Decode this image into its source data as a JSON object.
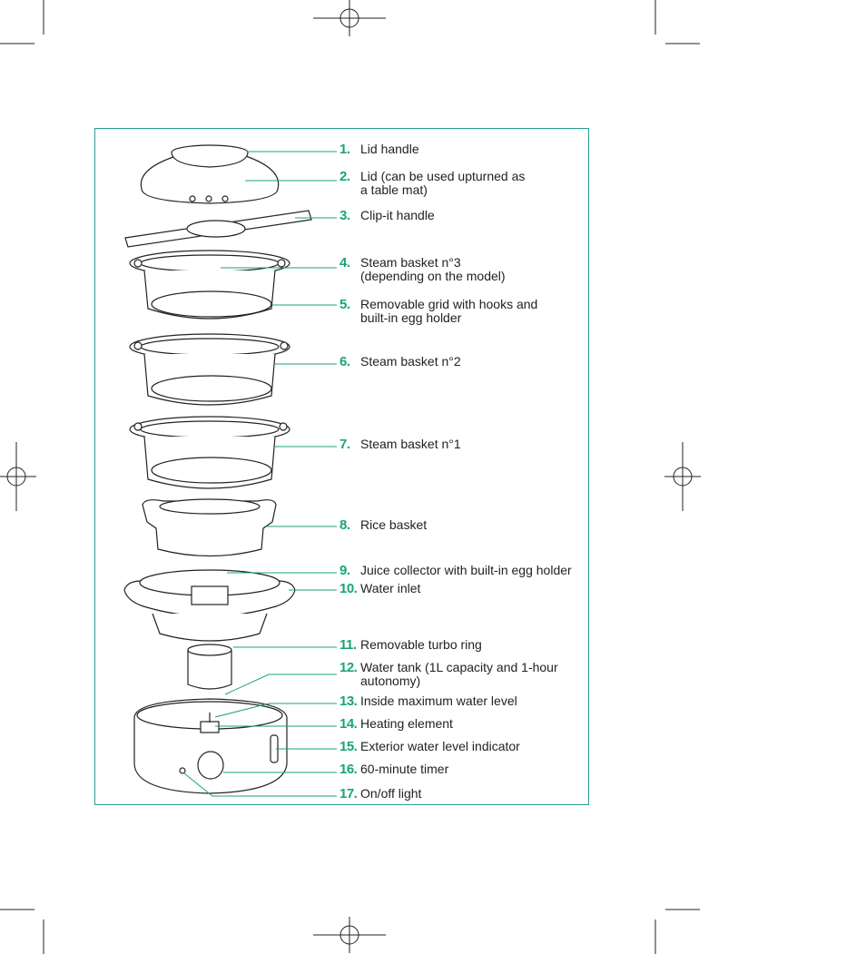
{
  "parts": [
    {
      "number": "1.",
      "label": "Lid handle"
    },
    {
      "number": "2.",
      "label": "Lid (can be used upturned as\na table mat)"
    },
    {
      "number": "3.",
      "label": "Clip-it handle"
    },
    {
      "number": "4.",
      "label": "Steam basket n°3\n(depending on the model)"
    },
    {
      "number": "5.",
      "label": "Removable grid with hooks and\nbuilt-in egg holder"
    },
    {
      "number": "6.",
      "label": "Steam basket n°2"
    },
    {
      "number": "7.",
      "label": "Steam basket n°1"
    },
    {
      "number": "8.",
      "label": "Rice basket"
    },
    {
      "number": "9.",
      "label": "Juice collector with built-in egg holder"
    },
    {
      "number": "10.",
      "label": "Water inlet"
    },
    {
      "number": "11.",
      "label": "Removable turbo ring"
    },
    {
      "number": "12.",
      "label": "Water tank (1L capacity and 1-hour\nautonomy)"
    },
    {
      "number": "13.",
      "label": "Inside maximum water level"
    },
    {
      "number": "14.",
      "label": "Heating element"
    },
    {
      "number": "15.",
      "label": "Exterior water level indicator"
    },
    {
      "number": "16.",
      "label": "60-minute timer"
    },
    {
      "number": "17.",
      "label": "On/off light"
    }
  ],
  "colors": {
    "accent": "#1aa37a",
    "frame": "#2a9d8f",
    "text": "#222222"
  }
}
